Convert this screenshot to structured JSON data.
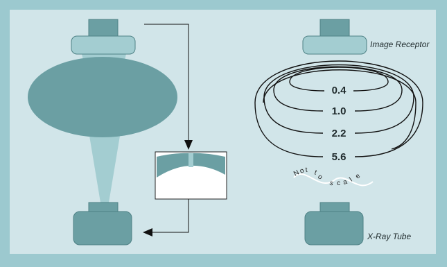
{
  "labels": {
    "image_receptor": "Image Receptor",
    "xray_tube": "X-Ray Tube",
    "not_to_scale": [
      "N",
      "o",
      "t",
      "t",
      "o",
      "s",
      "c",
      "a",
      "l",
      "e"
    ]
  },
  "isodose": [
    {
      "value": "0.4"
    },
    {
      "value": "1.0"
    },
    {
      "value": "2.2"
    },
    {
      "value": "5.6"
    }
  ],
  "colors": {
    "background": "#9cc9cf",
    "panel": "#d1e5e9",
    "teal_dark": "#6b9fa3",
    "teal_light": "#a3cdd1",
    "line": "#111111"
  }
}
